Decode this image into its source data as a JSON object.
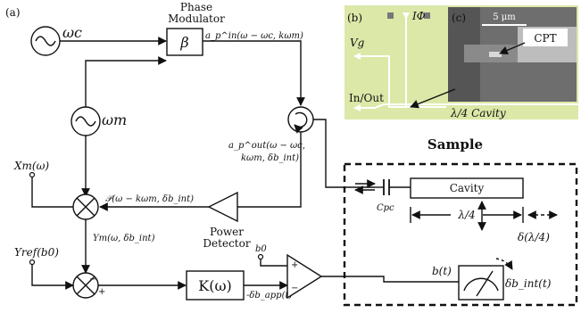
{
  "labels": {
    "panel_a": "(a)",
    "panel_b": "(b)",
    "panel_c": "(c)",
    "omega_c": "ωc",
    "omega_m": "ωm",
    "phase_modulator_1": "Phase",
    "phase_modulator_2": "Modulator",
    "beta": "β",
    "a_in": "a_p^in(ω − ωc, kωm)",
    "a_out_1": "a_p^out(ω − ωc,",
    "a_out_2": "kωm, δb_int)",
    "X_m": "Xm(ω)",
    "P_label": "𝒫(ω − kωm, δb_int)",
    "power_detector_1": "Power",
    "power_detector_2": "Detector",
    "Y_m": "Ym(ω, δb_int)",
    "Y_ref": "Yref(b0)",
    "K_omega": "K(ω)",
    "b0": "b0",
    "delta_b_app": "-δb_app(t)",
    "b_t": "b(t)",
    "delta_b_int": "δb_int(t)",
    "sample": "Sample",
    "cavity": "Cavity",
    "C_pc": "Cpc",
    "lambda_quarter": "λ/4",
    "delta_lambda": "δ(λ/4)",
    "I_phi": "IΦ",
    "V_g": "Vg",
    "in_out": "In/Out",
    "lambda_cavity": "λ/4 Cavity",
    "CPT": "CPT",
    "scale_bar": "5 μm",
    "plus": "+",
    "minus": "−"
  },
  "colors": {
    "micrograph_bg": "#dbe8a8",
    "micrograph_trace": "#ffffff",
    "sem_bg": "#6e6e6e"
  }
}
